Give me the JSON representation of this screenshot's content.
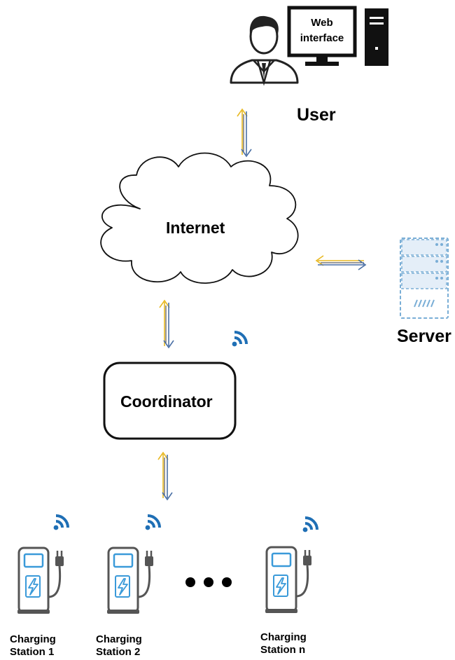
{
  "user": {
    "label": "User",
    "screen_text_line1": "Web",
    "screen_text_line2": "interface"
  },
  "internet": {
    "label": "Internet"
  },
  "server": {
    "label": "Server"
  },
  "coordinator": {
    "label": "Coordinator"
  },
  "stations": [
    {
      "line1": "Charging",
      "line2": "Station 1"
    },
    {
      "line1": "Charging",
      "line2": "Station 2"
    },
    {
      "line1": "Charging",
      "line2": "Station n"
    }
  ],
  "colors": {
    "wifi": "#1f6fb5",
    "arrow_gold": "#e8b923",
    "arrow_blue": "#4a6fa5",
    "arrow_dark": "#333333",
    "station_body": "#555555",
    "station_screen": "#3a9ad9",
    "server_body": "#7aaed6"
  },
  "icons": [
    "user-person-icon",
    "desktop-computer-icon",
    "cloud-icon",
    "server-rack-icon",
    "wifi-icon",
    "ev-charger-icon",
    "ellipsis-dots"
  ]
}
